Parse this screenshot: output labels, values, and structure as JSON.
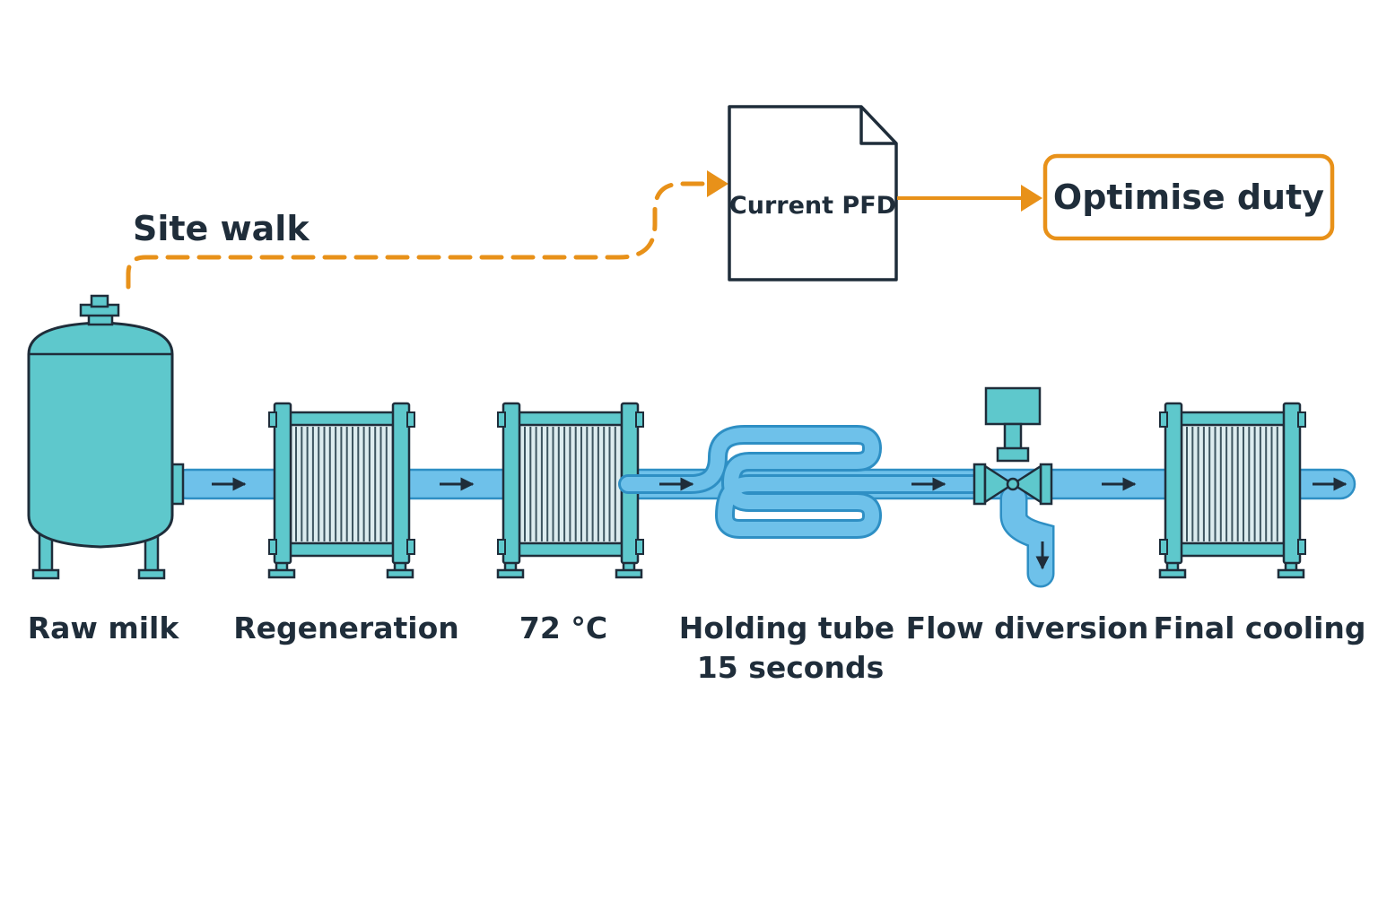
{
  "colors": {
    "equipment_fill": "#5ec8cc",
    "outline": "#1f2d3a",
    "pipe": "#6ec1ea",
    "pipe_outline": "#2e8fc4",
    "annotation": "#e89119",
    "text": "#1f2d3a"
  },
  "annotations": {
    "site_walk": "Site walk",
    "current_pfd": "Current PFD",
    "optimise_duty": "Optimise duty"
  },
  "icons": {
    "document": "document-icon",
    "tank": "storage-tank-icon",
    "exchanger": "plate-heat-exchanger-icon",
    "holding_tube": "serpentine-tube-icon",
    "valve": "diversion-valve-icon"
  },
  "stages": [
    {
      "label": "Raw milk"
    },
    {
      "label": "Regeneration"
    },
    {
      "label": "72 °C"
    },
    {
      "label": "Holding tube",
      "sublabel": "15 seconds"
    },
    {
      "label": "Flow diversion"
    },
    {
      "label": "Final cooling"
    }
  ]
}
